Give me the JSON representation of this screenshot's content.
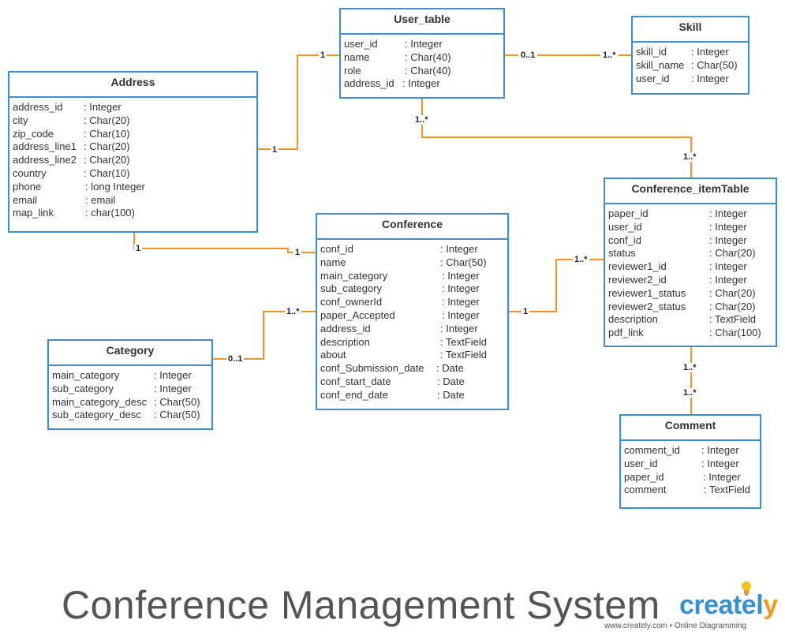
{
  "title": "Conference Management System",
  "brand": {
    "name_main": "createl",
    "name_accent": "y",
    "tagline": "www.creately.com • Online Diagramming"
  },
  "colors": {
    "entity_border": "#3a90cf",
    "connector": "#f0962a",
    "title_text": "#555555"
  },
  "entities": {
    "user_table": {
      "name": "User_table",
      "fields": [
        {
          "name": "user_id",
          "type": ": Integer"
        },
        {
          "name": "name",
          "type": ": Char(40)"
        },
        {
          "name": "role",
          "type": ": Char(40)"
        },
        {
          "name": "address_id",
          "type": ":  Integer"
        }
      ]
    },
    "skill": {
      "name": "Skill",
      "fields": [
        {
          "name": "skill_id",
          "type": ": Integer"
        },
        {
          "name": "skill_name",
          "type": ": Char(50)"
        },
        {
          "name": "user_id",
          "type": ": Integer"
        }
      ]
    },
    "address": {
      "name": "Address",
      "fields": [
        {
          "name": "address_id",
          "type": ": Integer"
        },
        {
          "name": "city",
          "type": ": Char(20)"
        },
        {
          "name": "zip_code",
          "type": ": Char(10)"
        },
        {
          "name": "address_line1",
          "type": ": Char(20)"
        },
        {
          "name": "address_line2",
          "type": ": Char(20)"
        },
        {
          "name": "country",
          "type": ": Char(10)"
        },
        {
          "name": "phone",
          "type": ": long Integer"
        },
        {
          "name": "email",
          "type": ": email"
        },
        {
          "name": "map_link",
          "type": ": char(100)"
        }
      ]
    },
    "conference": {
      "name": "Conference",
      "fields": [
        {
          "name": "conf_id",
          "type": ": Integer"
        },
        {
          "name": "name",
          "type": ": Char(50)"
        },
        {
          "name": "main_category",
          "type": ": Integer"
        },
        {
          "name": "sub_category",
          "type": ": Integer"
        },
        {
          "name": "conf_ownerId",
          "type": ": Integer"
        },
        {
          "name": "paper_Accepted",
          "type": ": Integer"
        },
        {
          "name": "address_id",
          "type": ": Integer"
        },
        {
          "name": "description",
          "type": ": TextField"
        },
        {
          "name": "about",
          "type": ": TextField"
        },
        {
          "name": "conf_Submission_date",
          "type": ": Date"
        },
        {
          "name": "conf_start_date",
          "type": ": Date"
        },
        {
          "name": "conf_end_date",
          "type": ": Date"
        }
      ]
    },
    "conference_item": {
      "name": "Conference_itemTable",
      "fields": [
        {
          "name": "paper_id",
          "type": ": Integer"
        },
        {
          "name": "user_id",
          "type": ": Integer"
        },
        {
          "name": "conf_id",
          "type": ": Integer"
        },
        {
          "name": "status",
          "type": ": Char(20)"
        },
        {
          "name": "reviewer1_id",
          "type": ": Integer"
        },
        {
          "name": "reviewer2_id",
          "type": ": Integer"
        },
        {
          "name": "reviewer1_status",
          "type": ": Char(20)"
        },
        {
          "name": "reviewer2_status",
          "type": ": Char(20)"
        },
        {
          "name": "description",
          "type": ": TextField"
        },
        {
          "name": "pdf_link",
          "type": ": Char(100)"
        }
      ]
    },
    "category": {
      "name": "Category",
      "fields": [
        {
          "name": "main_category",
          "type": ": Integer"
        },
        {
          "name": "sub_category",
          "type": ": Integer"
        },
        {
          "name": "main_category_desc",
          "type": ": Char(50)"
        },
        {
          "name": "sub_category_desc",
          "type": ": Char(50)"
        }
      ]
    },
    "comment": {
      "name": "Comment",
      "fields": [
        {
          "name": "comment_id",
          "type": ": Integer"
        },
        {
          "name": "user_id",
          "type": ": Integer"
        },
        {
          "name": "paper_id",
          "type": ": Integer"
        },
        {
          "name": "comment",
          "type": ": TextField"
        }
      ]
    }
  },
  "relations": [
    {
      "from": "Address",
      "to": "User_table",
      "from_card": "1",
      "to_card": "1"
    },
    {
      "from": "User_table",
      "to": "Skill",
      "from_card": "0..1",
      "to_card": "1..*"
    },
    {
      "from": "User_table",
      "to": "Conference_itemTable",
      "from_card": "1..*",
      "to_card": "1..*"
    },
    {
      "from": "Address",
      "to": "Conference",
      "from_card": "1",
      "to_card": "1"
    },
    {
      "from": "Conference",
      "to": "Conference_itemTable",
      "from_card": "1",
      "to_card": "1..*"
    },
    {
      "from": "Category",
      "to": "Conference",
      "from_card": "0..1",
      "to_card": "1..*"
    },
    {
      "from": "Conference_itemTable",
      "to": "Comment",
      "from_card": "1..*",
      "to_card": "1..*"
    }
  ]
}
